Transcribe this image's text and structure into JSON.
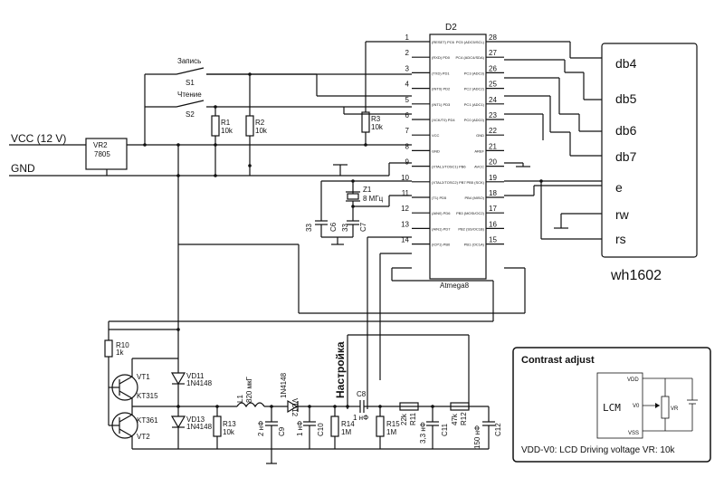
{
  "power": {
    "vcc": "VCC (12 V)",
    "gnd": "GND"
  },
  "regulator": {
    "ref": "VR2",
    "part": "7805"
  },
  "switches": [
    {
      "ref": "S1",
      "label": "Запись"
    },
    {
      "ref": "S2",
      "label": "Чтение"
    }
  ],
  "resistors_top": [
    {
      "ref": "R1",
      "value": "10k"
    },
    {
      "ref": "R2",
      "value": "10k"
    },
    {
      "ref": "R3",
      "value": "10k"
    }
  ],
  "mcu": {
    "ref": "D2",
    "part": "Atmega8",
    "left_pins": [
      {
        "num": "1",
        "name": "(RESET) PC6"
      },
      {
        "num": "2",
        "name": "(RXD) PD0"
      },
      {
        "num": "3",
        "name": "(TXD) PD1"
      },
      {
        "num": "4",
        "name": "(INT0) PD2"
      },
      {
        "num": "5",
        "name": "(INT1) PD3"
      },
      {
        "num": "6",
        "name": "(XCK/T0) PD4"
      },
      {
        "num": "7",
        "name": "VCC"
      },
      {
        "num": "8",
        "name": "GND"
      },
      {
        "num": "9",
        "name": "(XTAL1/TOSC1) PB6"
      },
      {
        "num": "10",
        "name": "(XTAL2/TOSC2) PB7"
      },
      {
        "num": "11",
        "name": "(T1) PD5"
      },
      {
        "num": "12",
        "name": "(AIN0) PD6"
      },
      {
        "num": "13",
        "name": "(AIN1) PD7"
      },
      {
        "num": "14",
        "name": "(ICP1) PB0"
      }
    ],
    "right_pins": [
      {
        "num": "28",
        "name": "PC5 (ADC5/SCL)"
      },
      {
        "num": "27",
        "name": "PC4 (ADC4/SDA)"
      },
      {
        "num": "26",
        "name": "PC3 (ADC3)"
      },
      {
        "num": "25",
        "name": "PC2 (ADC2)"
      },
      {
        "num": "24",
        "name": "PC1 (ADC1)"
      },
      {
        "num": "23",
        "name": "PC0 (ADC0)"
      },
      {
        "num": "22",
        "name": "GND"
      },
      {
        "num": "21",
        "name": "AREF"
      },
      {
        "num": "20",
        "name": "AVCC"
      },
      {
        "num": "19",
        "name": "PB5 (SCK)"
      },
      {
        "num": "18",
        "name": "PB4 (MISO)"
      },
      {
        "num": "17",
        "name": "PB3 (MOSI/OC2)"
      },
      {
        "num": "16",
        "name": "PB2 (SS/OC1B)"
      },
      {
        "num": "15",
        "name": "PB1 (OC1A)"
      }
    ]
  },
  "crystal": {
    "ref": "Z1",
    "value": "8 МГц"
  },
  "crystal_caps": [
    {
      "ref": "C6",
      "value": "33"
    },
    {
      "ref": "C7",
      "value": "33"
    }
  ],
  "lcd": {
    "name": "wh1602",
    "pins": [
      "db4",
      "db5",
      "db6",
      "db7",
      "e",
      "rw",
      "rs"
    ]
  },
  "contrast": {
    "title": "Contrast adjust",
    "lcm": "LCM",
    "vdd": "VDD",
    "v0": "V0",
    "vss": "VSS",
    "vr": "VR",
    "caption": "VDD-V0: LCD Driving voltage   VR: 10k"
  },
  "analog": {
    "tuning": "Настройка",
    "transistors": [
      {
        "ref": "VT1",
        "part": "KT315"
      },
      {
        "ref": "VT2",
        "part": "KT361"
      }
    ],
    "diodes": [
      {
        "ref": "VD11",
        "part": "1N4148"
      },
      {
        "ref": "VD13",
        "part": "1N4148"
      },
      {
        "ref": "VD12",
        "part": "1N4148"
      }
    ],
    "inductor": {
      "ref": "L1",
      "value": "820 мкГ"
    },
    "resistors": [
      {
        "ref": "R10",
        "value": "1k"
      },
      {
        "ref": "R13",
        "value": "10k"
      },
      {
        "ref": "R14",
        "value": "1M"
      },
      {
        "ref": "R15",
        "value": "1M"
      },
      {
        "ref": "R11",
        "value": "22k"
      },
      {
        "ref": "R12",
        "value": "47k"
      }
    ],
    "capacitors": [
      {
        "ref": "C9",
        "value": "2 нФ"
      },
      {
        "ref": "C10",
        "value": "1 нФ"
      },
      {
        "ref": "C8",
        "value": "1 нФ"
      },
      {
        "ref": "C11",
        "value": "3,3 нФ"
      },
      {
        "ref": "C12",
        "value": "150 нФ"
      }
    ]
  }
}
